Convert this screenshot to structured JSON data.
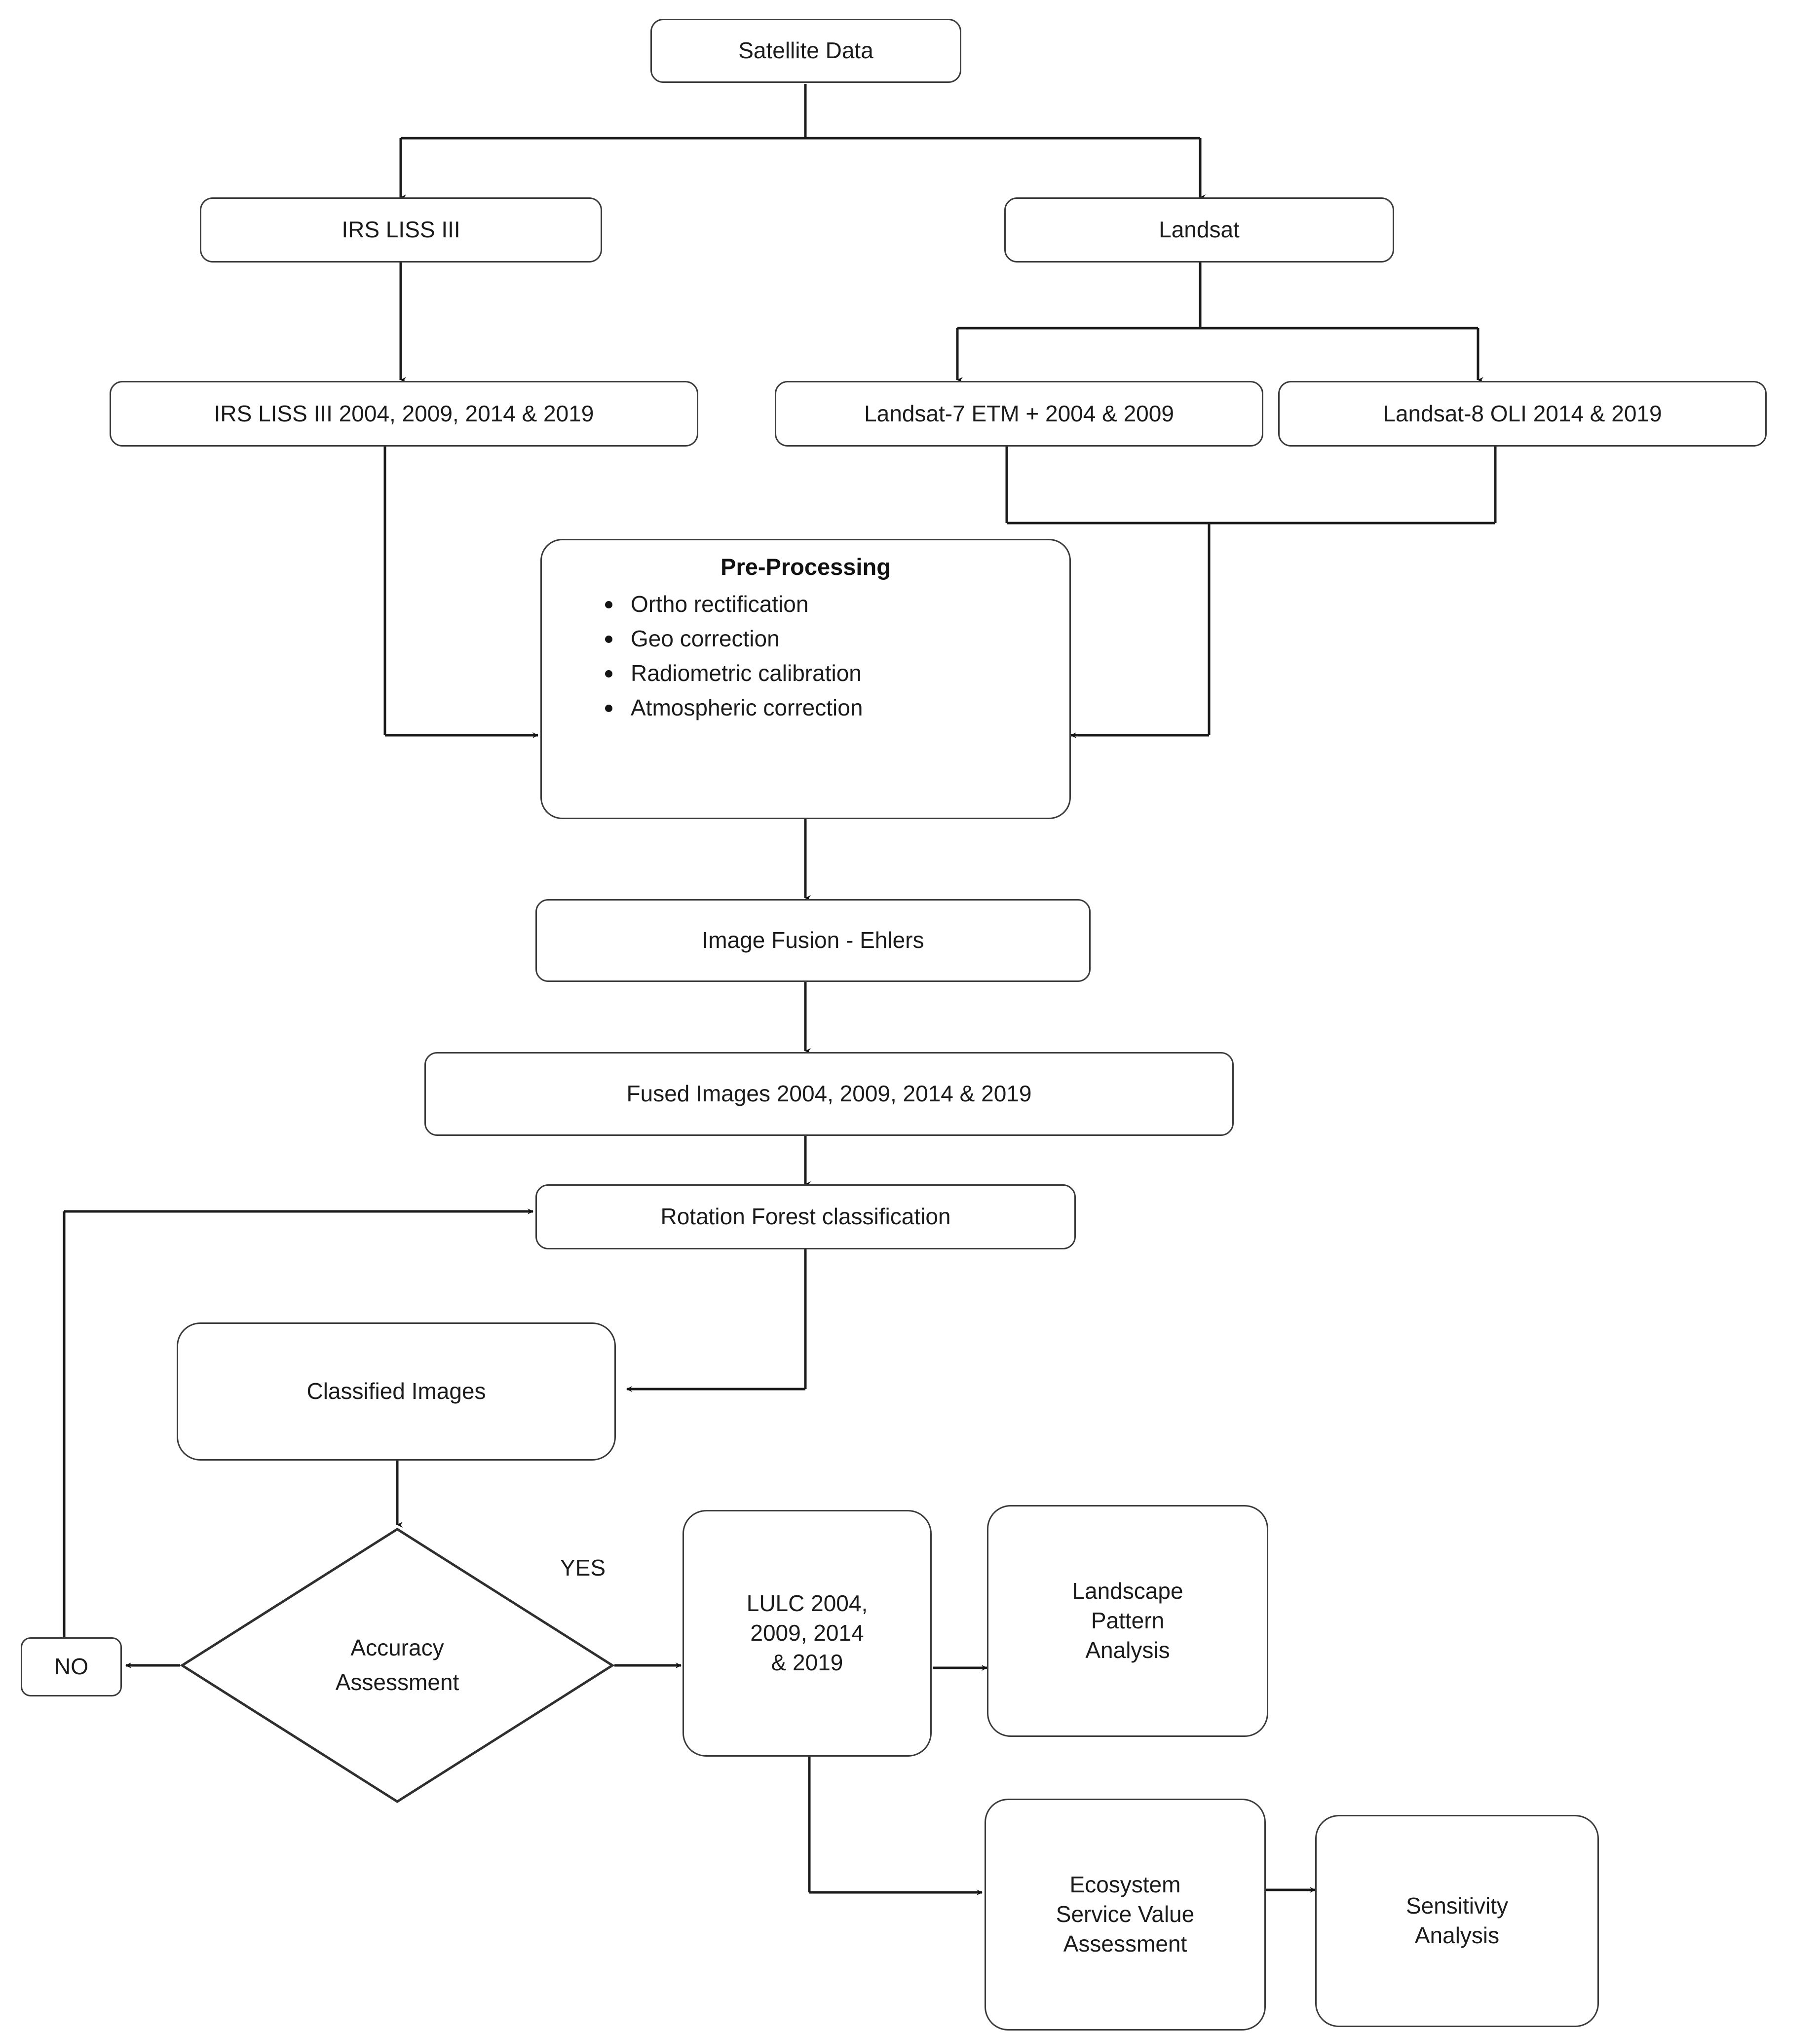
{
  "diagram": {
    "title": "Satellite data processing and LULC ecosystem service valuation workflow",
    "type": "flowchart",
    "stroke_color": "#3a3a3a",
    "text_color": "#1b1b1b",
    "background": "#ffffff"
  },
  "nodes": {
    "satellite_data": "Satellite Data",
    "irs_liss_iii": "IRS LISS III",
    "landsat": "Landsat",
    "irs_liss_iii_years": "IRS LISS III 2004, 2009, 2014 & 2019",
    "landsat7": "Landsat-7 ETM + 2004 & 2009",
    "landsat8": "Landsat-8 OLI 2014 & 2019",
    "preprocessing_title": "Pre-Processing",
    "preprocessing_items": [
      "Ortho rectification",
      "Geo correction",
      "Radiometric calibration",
      "Atmospheric correction"
    ],
    "image_fusion": "Image Fusion - Ehlers",
    "fused_images": "Fused Images 2004, 2009, 2014 & 2019",
    "rotation_forest": "Rotation Forest   classification",
    "classified_images": "Classified Images",
    "accuracy_assessment_line1": "Accuracy",
    "accuracy_assessment_line2": "Assessment",
    "no_box": "NO",
    "lulc_line1": "LULC 2004,",
    "lulc_line2": "2009, 2014",
    "lulc_line3": "& 2019",
    "landscape_line1": "Landscape",
    "landscape_line2": "Pattern",
    "landscape_line3": "Analysis",
    "ecosystem_line1": "Ecosystem",
    "ecosystem_line2": "Service Value",
    "ecosystem_line3": "Assessment",
    "sensitivity_line1": "Sensitivity",
    "sensitivity_line2": "Analysis"
  },
  "edge_labels": {
    "yes": "YES"
  }
}
